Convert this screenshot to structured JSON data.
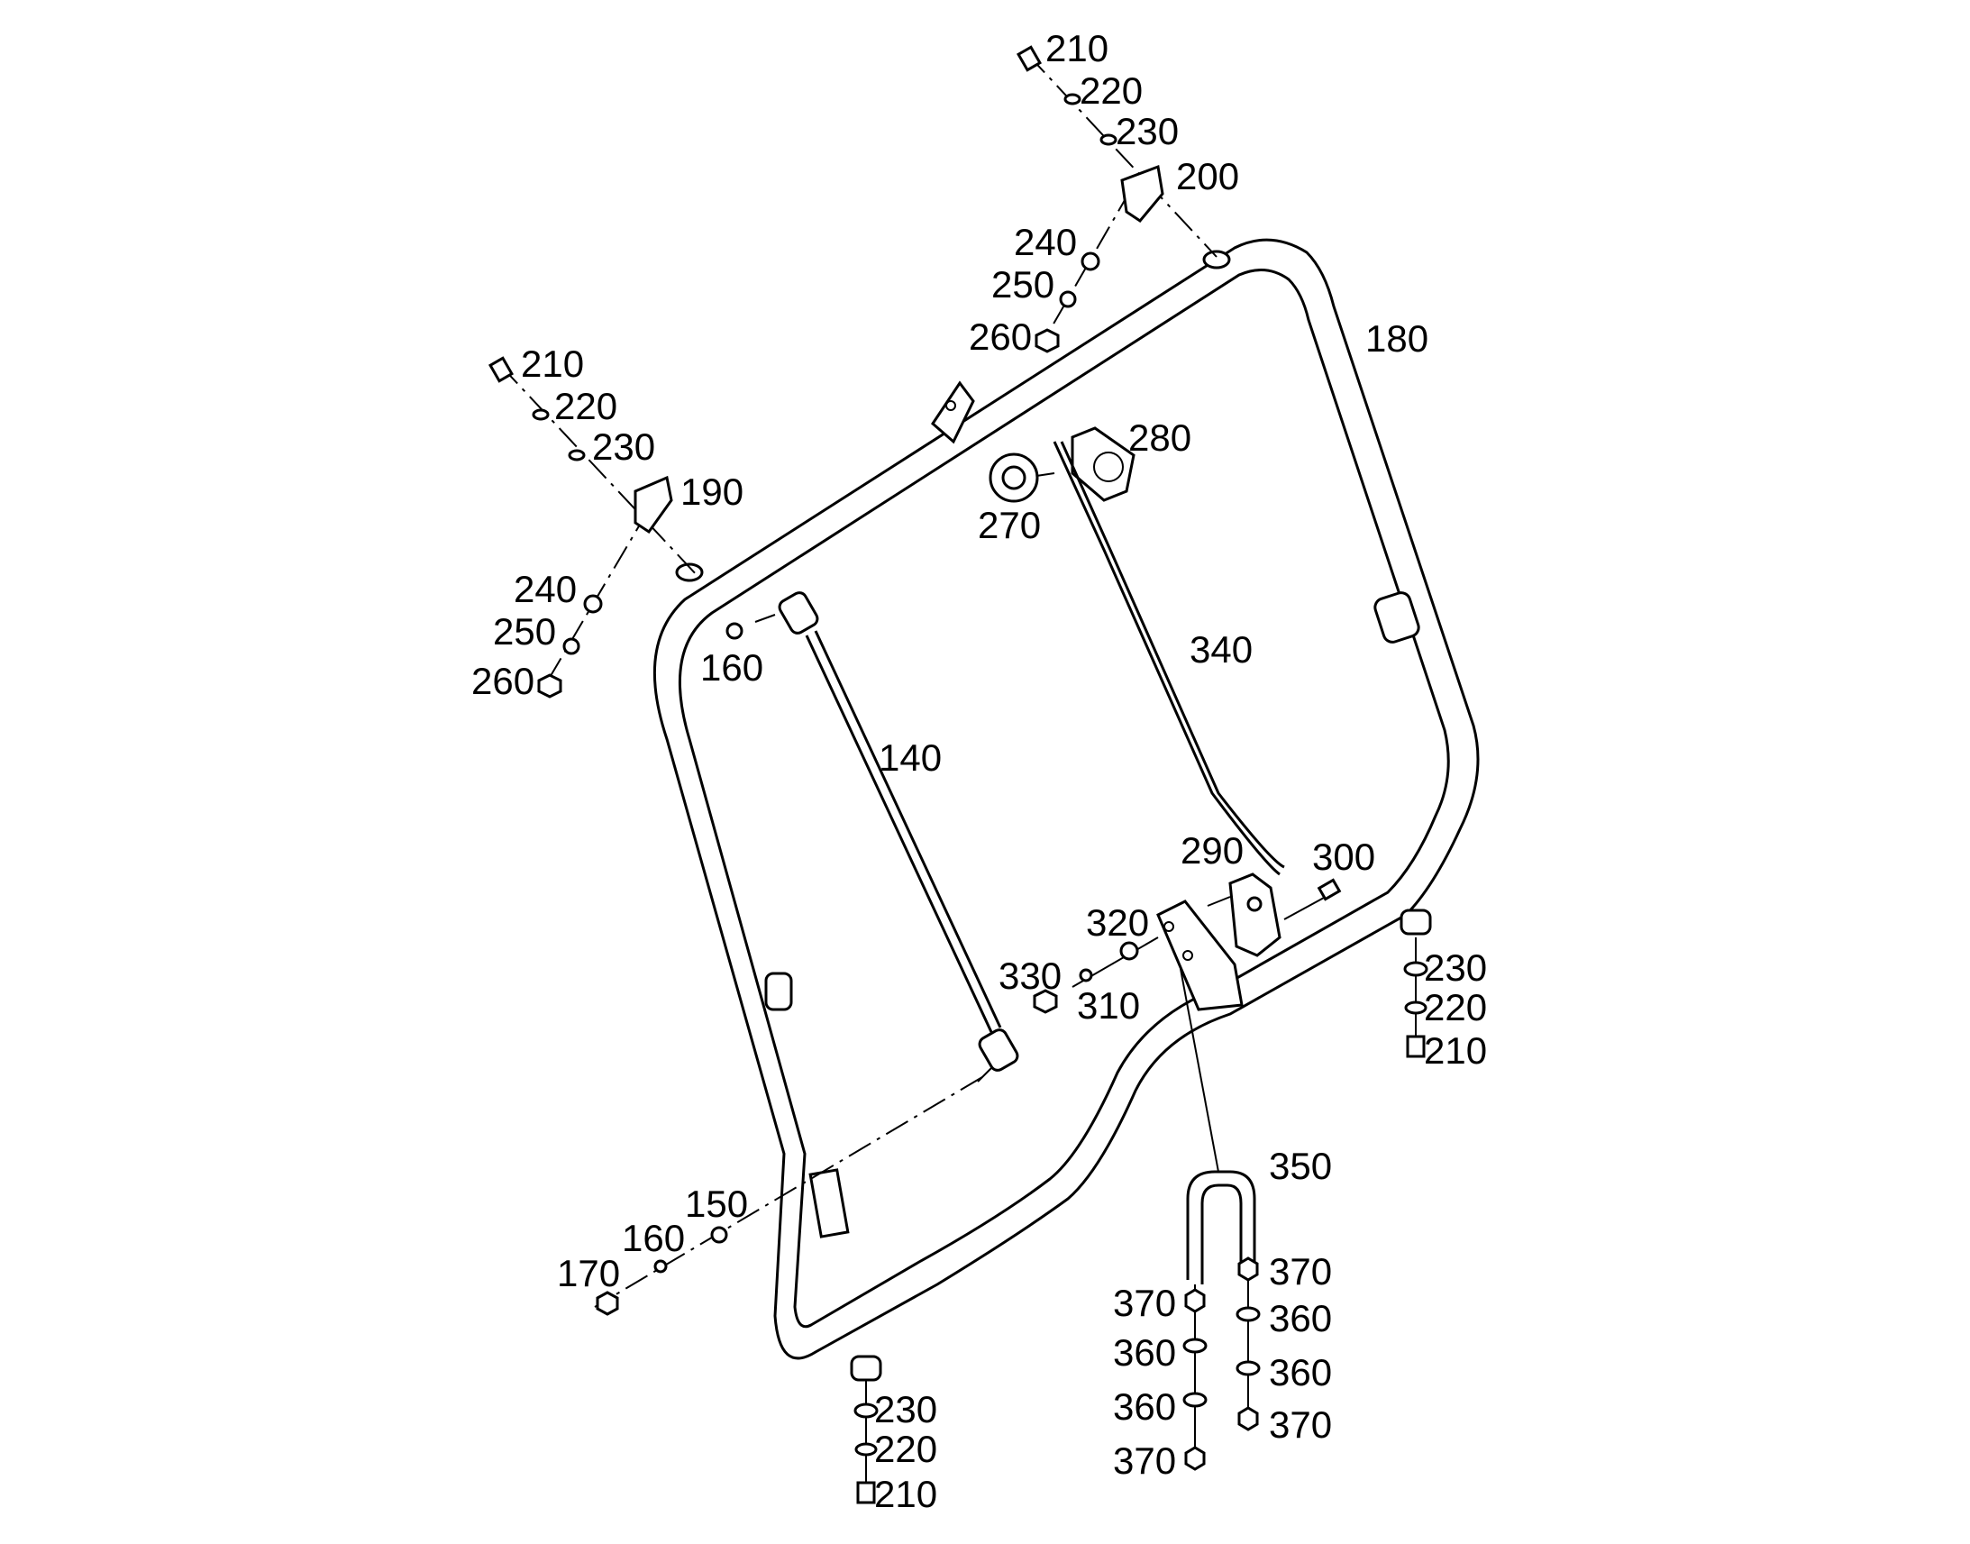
{
  "labels": {
    "l180": "180",
    "l190": "190",
    "l200": "200",
    "l210_a": "210",
    "l220_a": "220",
    "l230_a": "230",
    "l240_a": "240",
    "l250_a": "250",
    "l260_a": "260",
    "l210_b": "210",
    "l220_b": "220",
    "l230_b": "230",
    "l240_b": "240",
    "l250_b": "250",
    "l260_b": "260",
    "l270": "270",
    "l280": "280",
    "l340": "340",
    "l140": "140",
    "l160_a": "160",
    "l150": "150",
    "l160_b": "160",
    "l170": "170",
    "l290": "290",
    "l300": "300",
    "l320": "320",
    "l330": "330",
    "l310": "310",
    "l230_c": "230",
    "l220_c": "220",
    "l210_c": "210",
    "l230_d": "230",
    "l220_d": "220",
    "l210_d": "210",
    "l350": "350",
    "l370_a": "370",
    "l360_a": "360",
    "l360_b": "360",
    "l370_b": "370",
    "l370_c": "370",
    "l360_c": "360",
    "l360_d": "360",
    "l370_d": "370"
  }
}
